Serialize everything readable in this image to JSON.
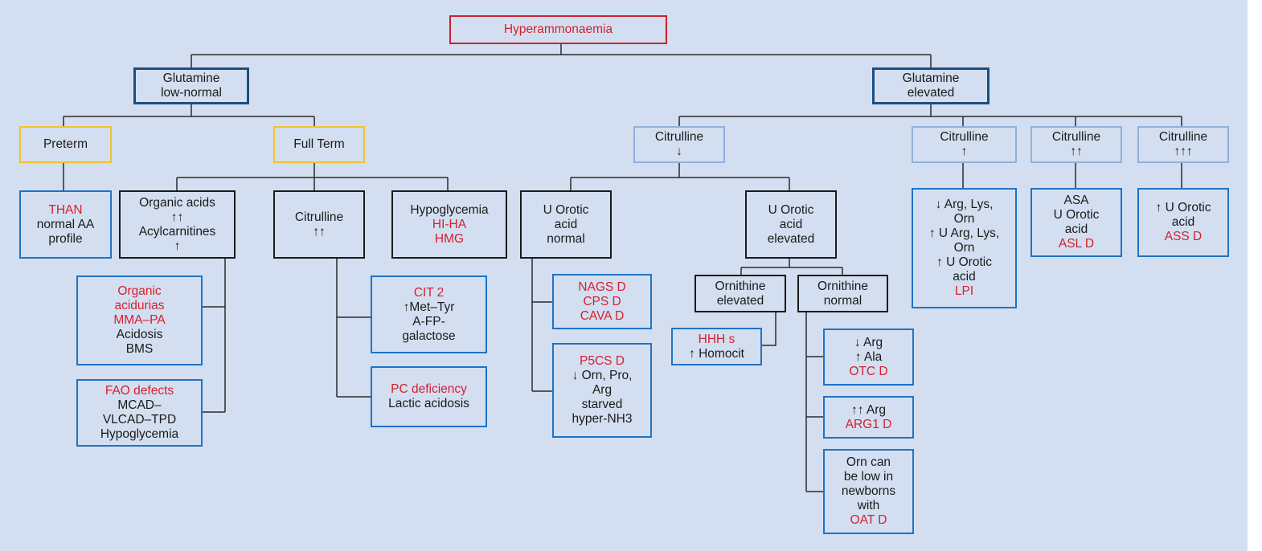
{
  "root": {
    "lines": [
      {
        "t": "Hyperammonaemia",
        "c": "red"
      }
    ]
  },
  "glutamine_low": {
    "lines": [
      {
        "t": "Glutamine",
        "c": "dark"
      },
      {
        "t": "low-normal",
        "c": "dark"
      }
    ]
  },
  "glutamine_high": {
    "lines": [
      {
        "t": "Glutamine",
        "c": "dark"
      },
      {
        "t": "elevated",
        "c": "dark"
      }
    ]
  },
  "preterm": {
    "lines": [
      {
        "t": "Preterm",
        "c": "dark"
      }
    ]
  },
  "full_term": {
    "lines": [
      {
        "t": "Full Term",
        "c": "dark"
      }
    ]
  },
  "than": {
    "lines": [
      {
        "t": "THAN",
        "c": "red"
      },
      {
        "t": "normal AA",
        "c": "dark"
      },
      {
        "t": "profile",
        "c": "dark"
      }
    ]
  },
  "organic_acids": {
    "lines": [
      {
        "t": "Organic acids",
        "c": "dark"
      },
      {
        "t": "↑↑",
        "c": "dark"
      },
      {
        "t": "Acylcarnitines",
        "c": "dark"
      },
      {
        "t": "↑",
        "c": "dark"
      }
    ]
  },
  "citrulline_ft": {
    "lines": [
      {
        "t": "Citrulline",
        "c": "dark"
      },
      {
        "t": "↑↑",
        "c": "dark"
      }
    ]
  },
  "hypoglycemia": {
    "lines": [
      {
        "t": "Hypoglycemia",
        "c": "dark"
      },
      {
        "t": "HI-HA",
        "c": "red"
      },
      {
        "t": "HMG",
        "c": "red"
      }
    ]
  },
  "organic_acidurias": {
    "lines": [
      {
        "t": "Organic",
        "c": "red"
      },
      {
        "t": "acidurias",
        "c": "red"
      },
      {
        "t": "MMA–PA",
        "c": "red"
      },
      {
        "t": "Acidosis",
        "c": "dark"
      },
      {
        "t": "BMS",
        "c": "dark"
      }
    ]
  },
  "fao_defects": {
    "lines": [
      {
        "t": "FAO defects",
        "c": "red"
      },
      {
        "t": "MCAD–",
        "c": "dark"
      },
      {
        "t": "VLCAD–TPD",
        "c": "dark"
      },
      {
        "t": "Hypoglycemia",
        "c": "dark"
      }
    ]
  },
  "cit2": {
    "lines": [
      {
        "t": "CIT 2",
        "c": "red"
      },
      {
        "t": "↑Met–Tyr",
        "c": "dark"
      },
      {
        "t": "A-FP-",
        "c": "dark"
      },
      {
        "t": "galactose",
        "c": "dark"
      }
    ]
  },
  "pc_deficiency": {
    "lines": [
      {
        "t": "PC deficiency",
        "c": "red"
      },
      {
        "t": "Lactic acidosis",
        "c": "dark"
      }
    ]
  },
  "cit_down": {
    "lines": [
      {
        "t": "Citrulline",
        "c": "dark"
      },
      {
        "t": "↓",
        "c": "dark"
      }
    ]
  },
  "cit_up1": {
    "lines": [
      {
        "t": "Citrulline",
        "c": "dark"
      },
      {
        "t": "↑",
        "c": "dark"
      }
    ]
  },
  "cit_up2": {
    "lines": [
      {
        "t": "Citrulline",
        "c": "dark"
      },
      {
        "t": "↑↑",
        "c": "dark"
      }
    ]
  },
  "cit_up3": {
    "lines": [
      {
        "t": "Citrulline",
        "c": "dark"
      },
      {
        "t": "↑↑↑",
        "c": "dark"
      }
    ]
  },
  "u_orotic_normal": {
    "lines": [
      {
        "t": "U Orotic",
        "c": "dark"
      },
      {
        "t": "acid",
        "c": "dark"
      },
      {
        "t": "normal",
        "c": "dark"
      }
    ]
  },
  "u_orotic_elevated": {
    "lines": [
      {
        "t": "U Orotic",
        "c": "dark"
      },
      {
        "t": "acid",
        "c": "dark"
      },
      {
        "t": "elevated",
        "c": "dark"
      }
    ]
  },
  "nags": {
    "lines": [
      {
        "t": "NAGS D",
        "c": "red"
      },
      {
        "t": "CPS D",
        "c": "red"
      },
      {
        "t": "CAVA D",
        "c": "red"
      }
    ]
  },
  "p5cs": {
    "lines": [
      {
        "t": "P5CS D",
        "c": "red"
      },
      {
        "t": "↓ Orn, Pro,",
        "c": "dark"
      },
      {
        "t": "Arg",
        "c": "dark"
      },
      {
        "t": "starved",
        "c": "dark"
      },
      {
        "t": "hyper-NH3",
        "c": "dark"
      }
    ]
  },
  "orn_elevated": {
    "lines": [
      {
        "t": "Ornithine",
        "c": "dark"
      },
      {
        "t": "elevated",
        "c": "dark"
      }
    ]
  },
  "orn_normal": {
    "lines": [
      {
        "t": "Ornithine",
        "c": "dark"
      },
      {
        "t": "normal",
        "c": "dark"
      }
    ]
  },
  "hhh": {
    "lines": [
      {
        "t": "HHH s",
        "c": "red"
      },
      {
        "t": "↑ Homocit",
        "c": "dark"
      }
    ]
  },
  "otc": {
    "lines": [
      {
        "t": "↓ Arg",
        "c": "dark"
      },
      {
        "t": "↑ Ala",
        "c": "dark"
      },
      {
        "t": "OTC D",
        "c": "red"
      }
    ]
  },
  "arg1": {
    "lines": [
      {
        "t": "↑↑ Arg",
        "c": "dark"
      },
      {
        "t": "ARG1 D",
        "c": "red"
      }
    ]
  },
  "oat": {
    "lines": [
      {
        "t": "Orn can",
        "c": "dark"
      },
      {
        "t": "be low in",
        "c": "dark"
      },
      {
        "t": "newborns",
        "c": "dark"
      },
      {
        "t": "with",
        "c": "dark"
      },
      {
        "t": "OAT D",
        "c": "red"
      }
    ]
  },
  "lpi": {
    "lines": [
      {
        "t": "↓ Arg, Lys,",
        "c": "dark"
      },
      {
        "t": "Orn",
        "c": "dark"
      },
      {
        "t": "↑ U Arg, Lys,",
        "c": "dark"
      },
      {
        "t": "Orn",
        "c": "dark"
      },
      {
        "t": "↑ U Orotic",
        "c": "dark"
      },
      {
        "t": "acid",
        "c": "dark"
      },
      {
        "t": "LPI",
        "c": "red"
      }
    ]
  },
  "asl": {
    "lines": [
      {
        "t": "ASA",
        "c": "dark"
      },
      {
        "t": "U Orotic",
        "c": "dark"
      },
      {
        "t": "acid",
        "c": "dark"
      },
      {
        "t": "ASL D",
        "c": "red"
      }
    ]
  },
  "ass": {
    "lines": [
      {
        "t": "↑ U Orotic",
        "c": "dark"
      },
      {
        "t": "acid",
        "c": "dark"
      },
      {
        "t": "ASS D",
        "c": "red"
      }
    ]
  }
}
